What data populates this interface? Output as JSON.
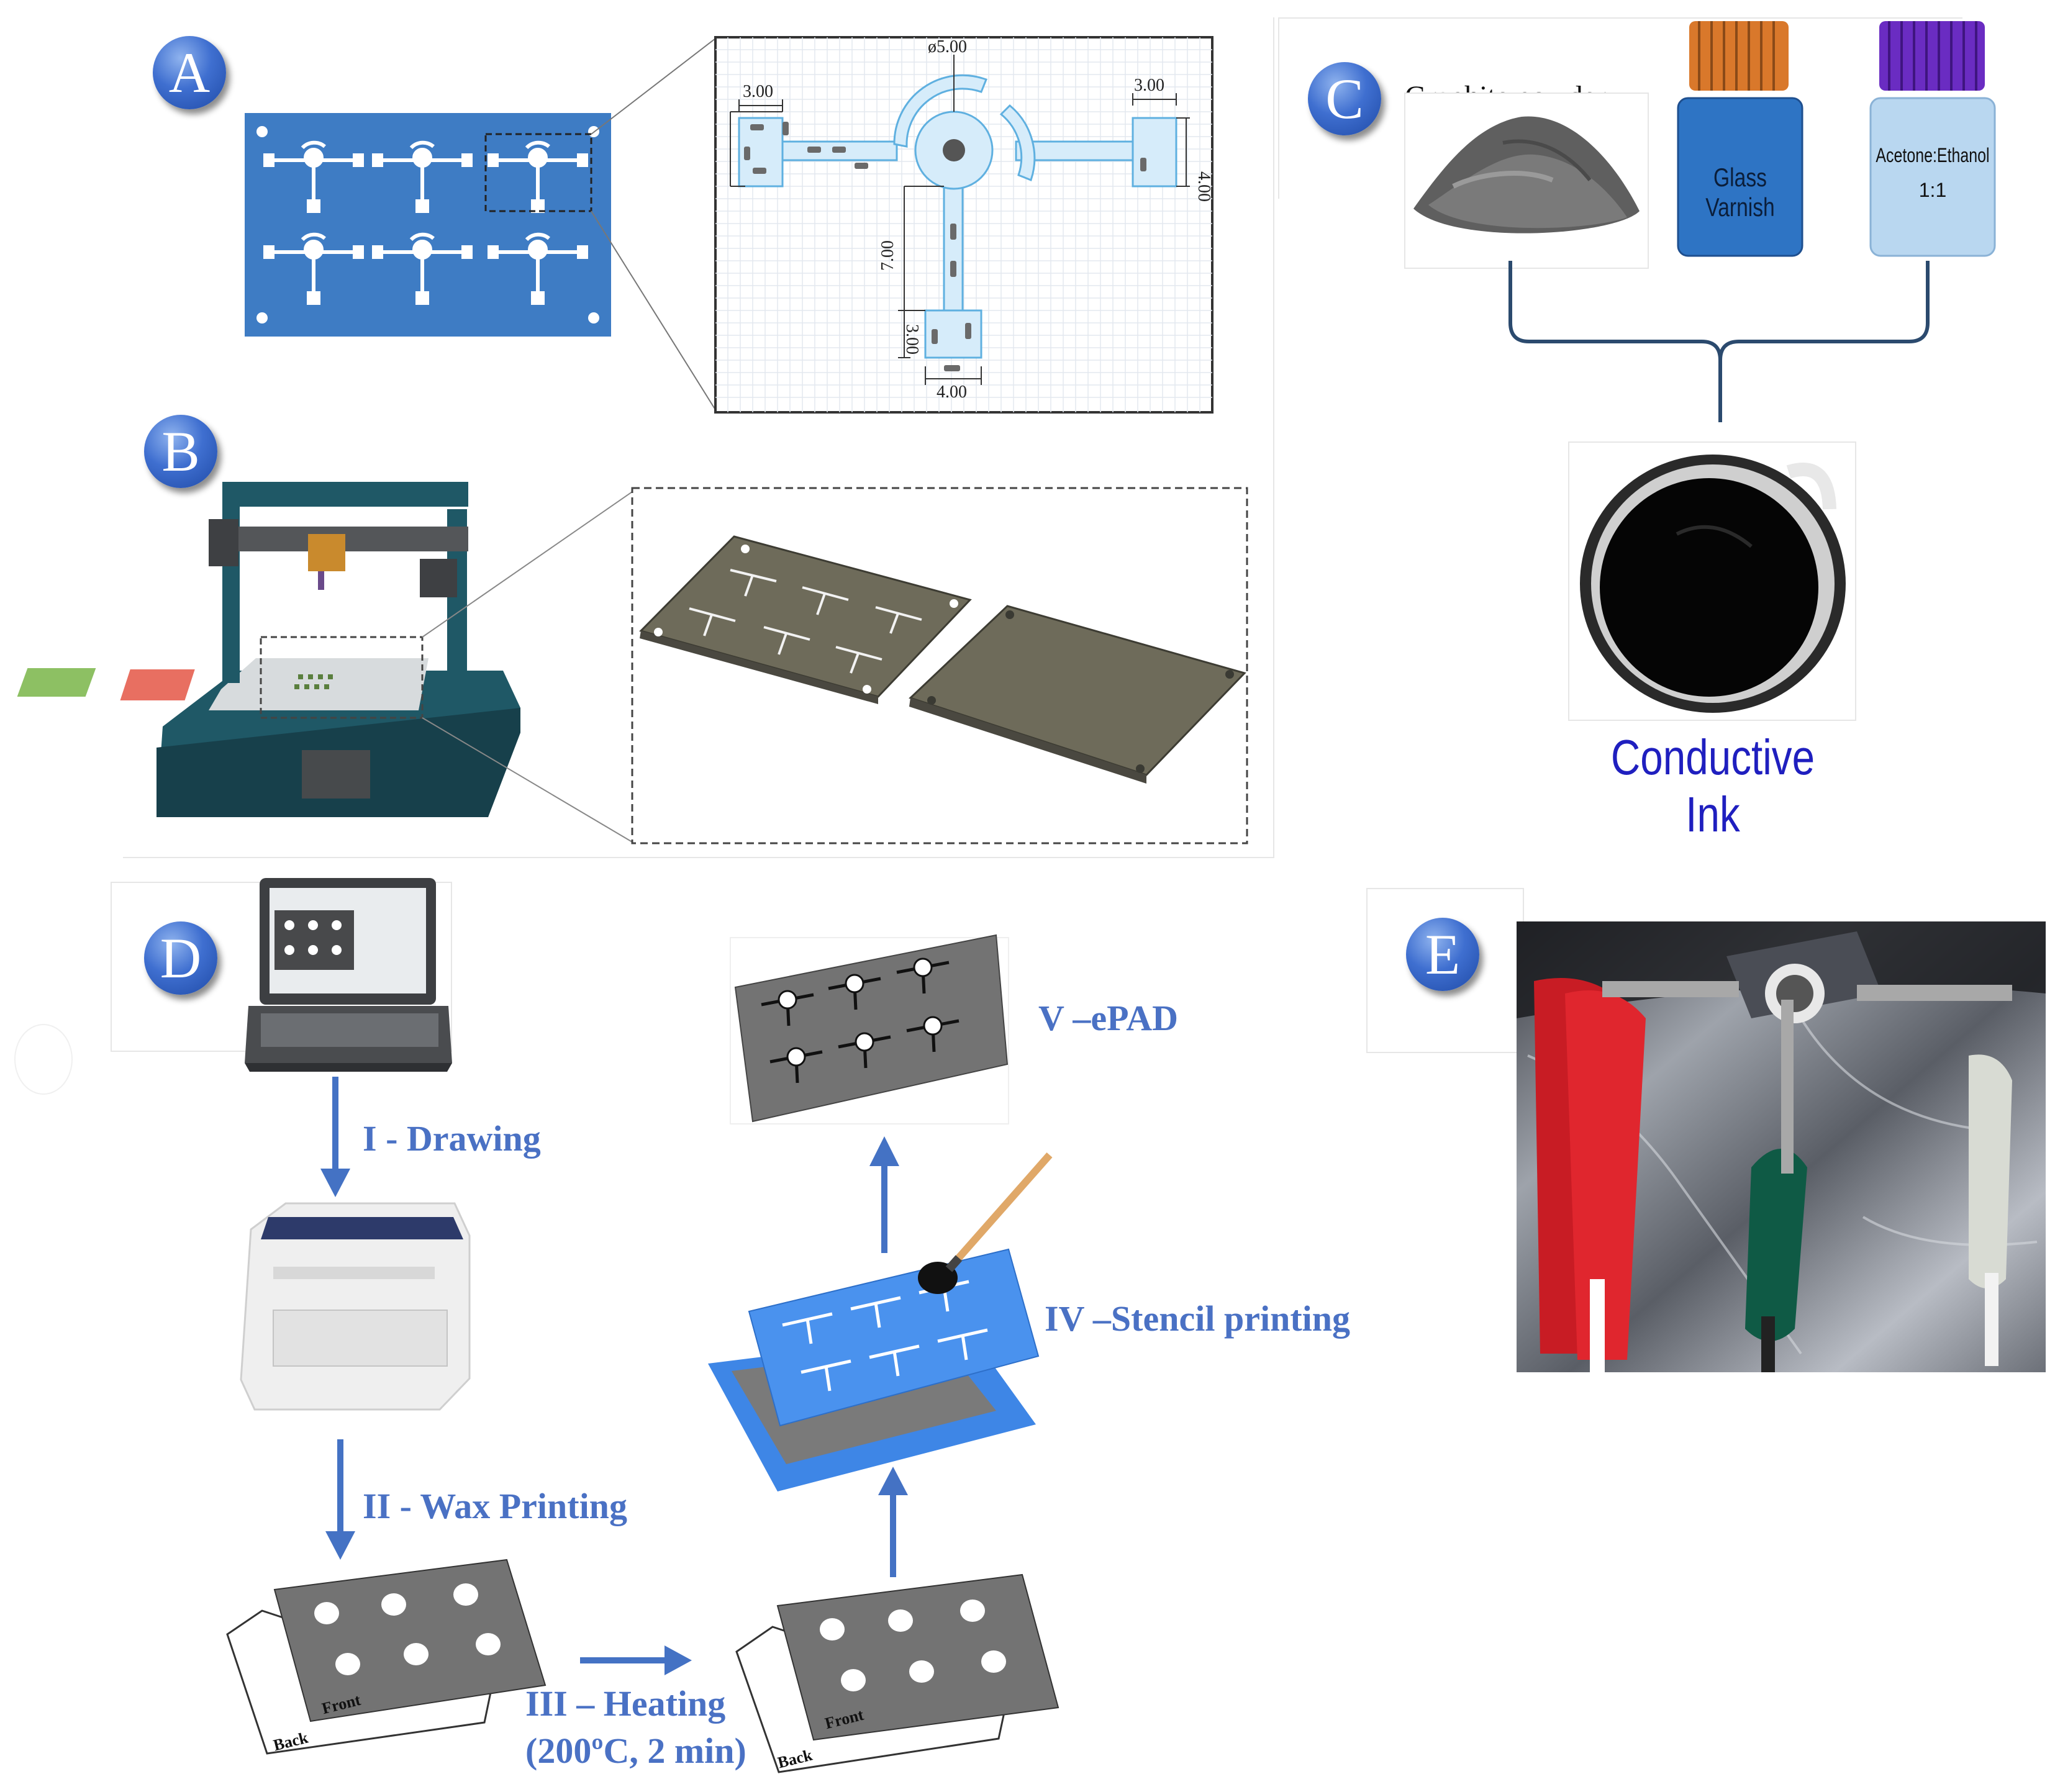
{
  "panels": {
    "a": {
      "letter": "A"
    },
    "b": {
      "letter": "B"
    },
    "c": {
      "letter": "C"
    },
    "d": {
      "letter": "D"
    },
    "e": {
      "letter": "E"
    }
  },
  "drawing": {
    "dims": [
      "ø5.00",
      "3.00",
      "3.00",
      "4.00",
      "7.00",
      "3.00",
      "4.00"
    ]
  },
  "ingredients": {
    "graphite": "Graphite powder",
    "varnish": "Glass Varnish",
    "solvent_line1": "Acetone:Ethanol",
    "solvent_line2": "1:1",
    "result": "Conductive Ink"
  },
  "steps": {
    "s1": "I - Drawing",
    "s2": "II - Wax Printing",
    "s3a": "III – Heating",
    "s3b": "(200ºC, 2 min)",
    "s4": "IV –Stencil printing",
    "s5": "V –ePAD"
  },
  "sheet": {
    "front": "Front",
    "back": "Back"
  },
  "colors": {
    "blue_panel": "#3e7cc4",
    "step_text": "#4a71c4",
    "arrow": "#4472c4",
    "ink_label": "#1f1fbf",
    "varnish_bottle": "#2e74c4",
    "solvent_bottle": "#b9d7f0",
    "orange_cap": "#d9782b",
    "purple_cap": "#6a2cc2",
    "printer_teal": "#1f4f5c"
  }
}
